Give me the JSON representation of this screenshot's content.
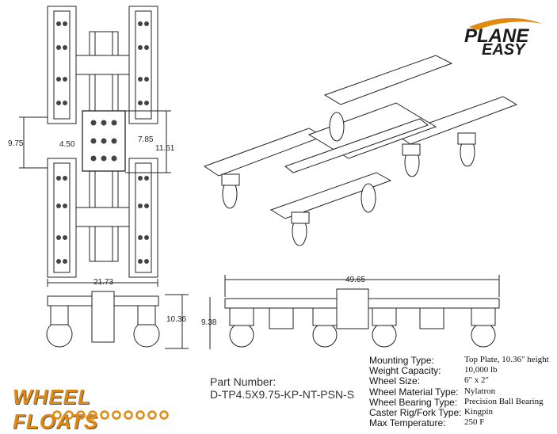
{
  "brand": {
    "plane_easy_top": "PLANE",
    "plane_easy_bottom": "EASY",
    "wheel_floats": "WHEEL FLOATS"
  },
  "dimensions": {
    "top_width_inner": "4.50",
    "top_width_outer": "7.85",
    "left_height": "9.75",
    "right_height": "11.61",
    "overall_width": "21.73",
    "side_height": "10.36",
    "front_length": "49.65",
    "front_height": "9.38"
  },
  "part": {
    "label": "Part Number:",
    "value": "D-TP4.5X9.75-KP-NT-PSN-S"
  },
  "specs": [
    {
      "key": "Mounting Type:",
      "value": "Top Plate, 10.36\" height"
    },
    {
      "key": "Weight Capacity:",
      "value": "10,000 lb"
    },
    {
      "key": "Wheel Size:",
      "value": "6\" x 2\""
    },
    {
      "key": "Wheel Material Type:",
      "value": "Nylatron"
    },
    {
      "key": "Wheel Bearing Type:",
      "value": "Precision Ball Bearing"
    },
    {
      "key": "Caster Rig/Fork Type:",
      "value": "Kingpin"
    },
    {
      "key": "Max Temperature:",
      "value": "250 F"
    }
  ]
}
